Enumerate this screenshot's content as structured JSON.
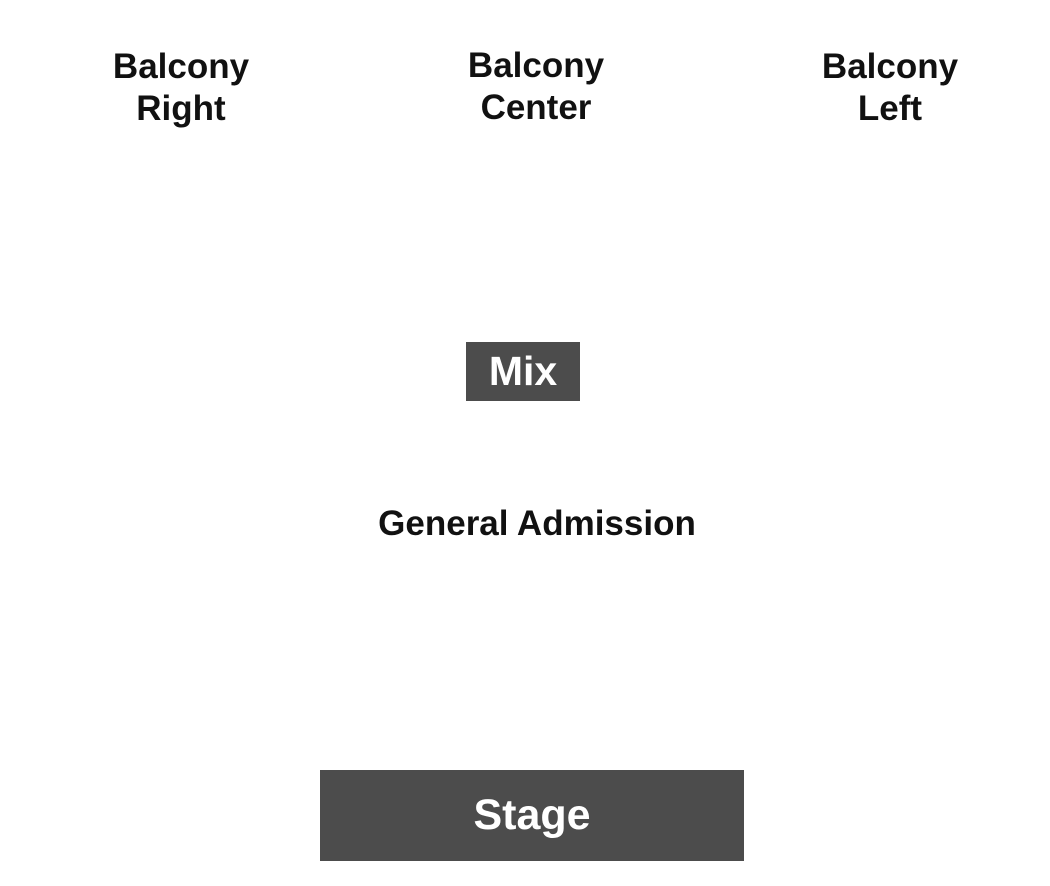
{
  "sections": {
    "balcony_right": {
      "line1": "Balcony",
      "line2": "Right"
    },
    "balcony_center": {
      "line1": "Balcony",
      "line2": "Center"
    },
    "balcony_left": {
      "line1": "Balcony",
      "line2": "Left"
    },
    "general_admission": {
      "label": "General Admission"
    }
  },
  "mix": {
    "label": "Mix"
  },
  "stage": {
    "label": "Stage"
  },
  "colors": {
    "block_fill": "#4c4c4c",
    "block_text": "#ffffff",
    "label_text": "#111111",
    "background": "#ffffff"
  }
}
